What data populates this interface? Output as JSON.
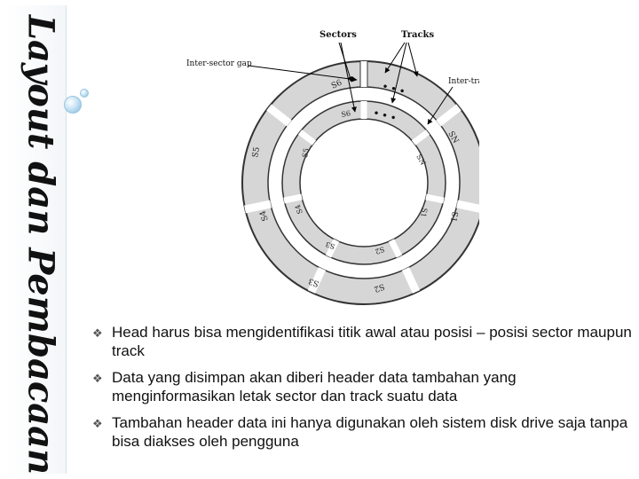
{
  "slide": {
    "title": "Layout dan Pembacaan"
  },
  "diagram": {
    "labels": {
      "sectors": "Sectors",
      "tracks": "Tracks",
      "inter_sector_gap": "Inter-sector gap",
      "inter_track_gap": "Inter-track gap"
    },
    "outer_sectors": [
      "S6",
      "SN",
      "S1",
      "S2",
      "S3",
      "S4",
      "S5"
    ],
    "inner_sectors": [
      "S6",
      "SN",
      "S1",
      "S2",
      "S3",
      "S4",
      "S5"
    ],
    "dots": "• • •"
  },
  "bullets": [
    {
      "text": "Head harus bisa mengidentifikasi titik awal atau posisi – posisi sector maupun track"
    },
    {
      "text": "Data yang disimpan akan diberi header data tambahan yang menginformasikan letak sector dan track suatu data"
    },
    {
      "text": "Tambahan header data ini hanya digunakan oleh sistem disk drive saja tanpa bisa  diakses oleh pengguna"
    }
  ]
}
